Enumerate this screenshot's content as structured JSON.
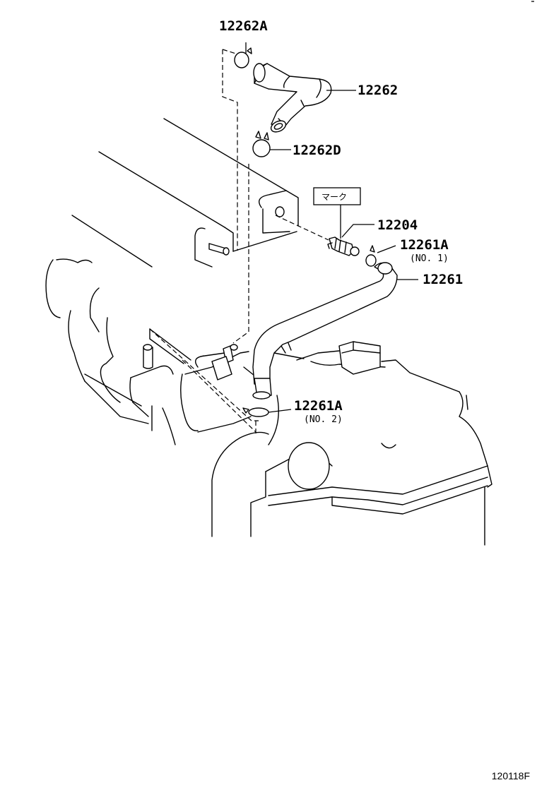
{
  "diagram": {
    "callouts": [
      {
        "id": "12262A",
        "label": "12262A"
      },
      {
        "id": "12262",
        "label": "12262"
      },
      {
        "id": "12262D",
        "label": "12262D"
      },
      {
        "id": "12204",
        "label": "12204"
      },
      {
        "id": "12261A-1",
        "label": "12261A",
        "sub": "(NO. 1)"
      },
      {
        "id": "12261",
        "label": "12261"
      },
      {
        "id": "12261A-2",
        "label": "12261A",
        "sub": "(NO. 2)"
      }
    ],
    "mark_box": "マーク",
    "figure_code": "120118F"
  }
}
